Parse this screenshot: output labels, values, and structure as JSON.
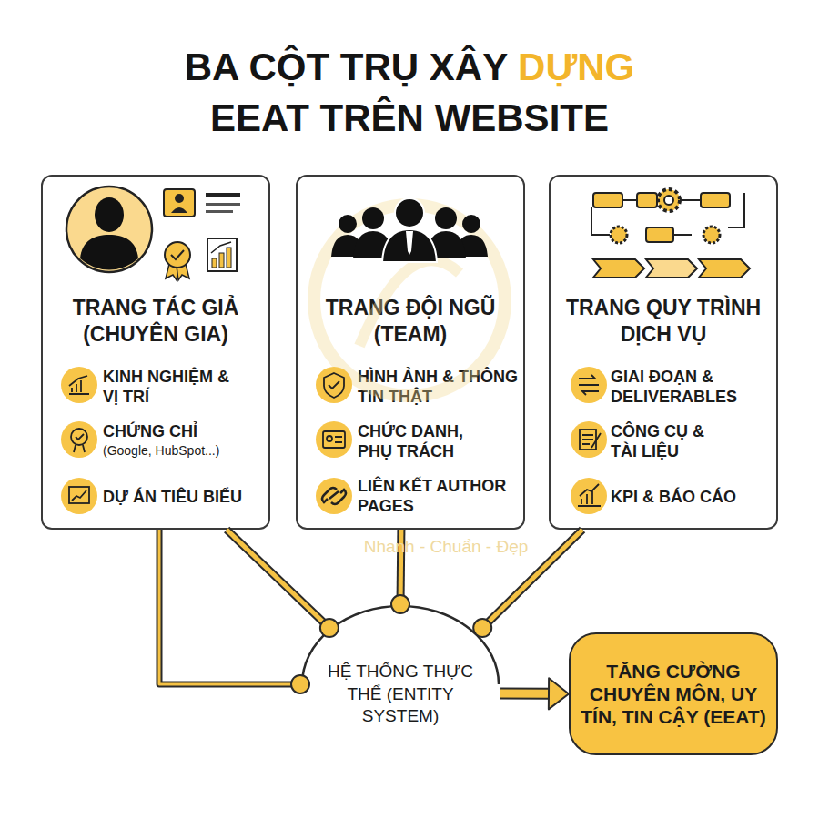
{
  "diagram": {
    "title": "BA CỘT TRỤ XÂY DỰNG EEAT TRÊN WEBSITE",
    "nodes": [
      {
        "text": [
          "TRANG TÁC GIẢ (CHUYÊN GIA)",
          "KINH NGHIỆM & VỊ TRÍ",
          "CHỨNG CHỈ",
          "(Google, HubSpot...)",
          "DỰ ÁN TIÊU BIỂU"
        ]
      },
      {
        "text": [
          "TRANG ĐỘI NGŨ (TEAM)",
          "HÌNH ẢNH & THÔNG TIN THẬT",
          "CHỨC DANH, PHỤ TRÁCH",
          "LIÊN KẾT AUTHOR PAGES"
        ]
      },
      {
        "text": [
          "TRANG QUY TRÌNH DỊCH VỤ",
          "GIAI ĐOẠN & DELIVERABLES",
          "CÔNG CỤ & TÀI LIỆU",
          "KPI & BÁO CÁO"
        ]
      },
      {
        "text": [
          "HỆ THỐNG THỰC THỂ (ENTITY SYSTEM)"
        ]
      },
      {
        "text": [
          "TĂNG CƯỜNG CHUYÊN MÔN, UY TÍN, TIN CẬY (EEAT)"
        ]
      }
    ],
    "edges": [
      {
        "from": 0,
        "to": 3,
        "arrow": "none"
      },
      {
        "from": 0,
        "to": 3,
        "arrow": "none"
      },
      {
        "from": 1,
        "to": 3,
        "arrow": "none"
      },
      {
        "from": 2,
        "to": 3,
        "arrow": "none"
      },
      {
        "from": 3,
        "to": 4,
        "arrow": "to"
      }
    ],
    "labels": [
      "Nhanh - Chuẩn - Đẹp"
    ]
  }
}
